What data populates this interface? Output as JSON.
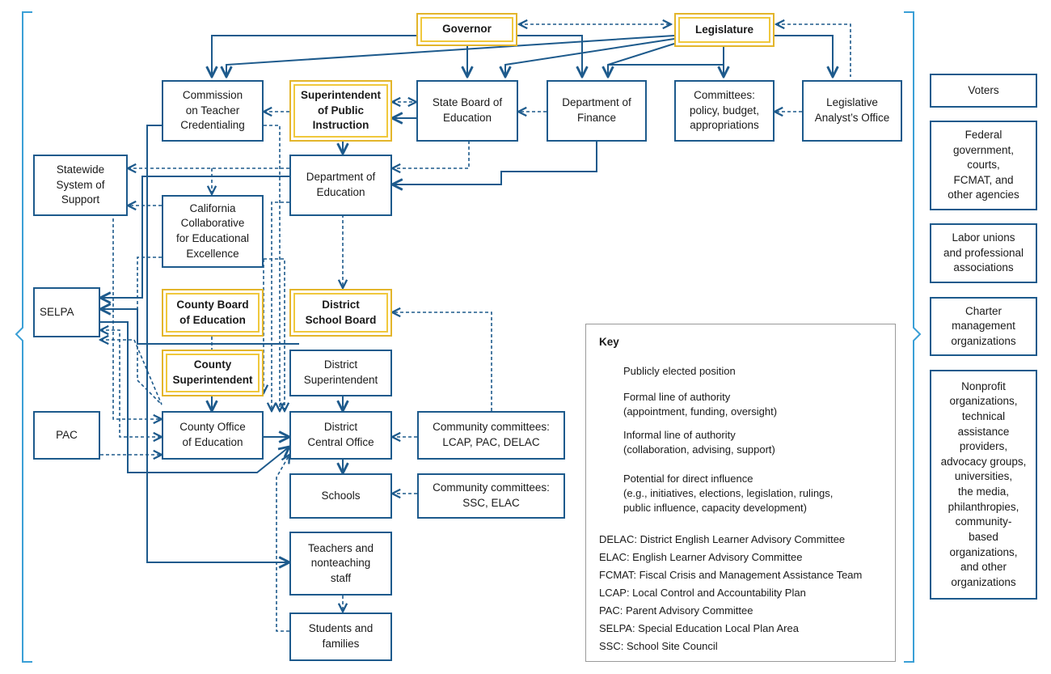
{
  "nodes": {
    "governor": "Governor",
    "legislature": "Legislature",
    "commission": "Commission\non Teacher\nCredentialing",
    "superintendent_public_instruction": "Superintendent\nof Public\nInstruction",
    "state_board": "State Board of\nEducation",
    "dept_finance": "Department of\nFinance",
    "committees": "Committees:\npolicy, budget,\nappropriations",
    "lao": "Legislative\nAnalyst’s Office",
    "statewide_support": "Statewide\nSystem of\nSupport",
    "dept_education": "Department of\nEducation",
    "ccee": "California\nCollaborative\nfor Educational\nExcellence",
    "selpa": "SELPA",
    "county_board": "County Board\nof Education",
    "district_board": "District\nSchool Board",
    "county_superintendent": "County\nSuperintendent",
    "district_superintendent": "District\nSuperintendent",
    "pac": "PAC",
    "county_office": "County Office\nof Education",
    "district_office": "District\nCentral Office",
    "community_lcap": "Community committees:\nLCAP, PAC, DELAC",
    "schools": "Schools",
    "community_ssc": "Community committees:\nSSC, ELAC",
    "teachers": "Teachers and\nnonteaching\nstaff",
    "students": "Students and\nfamilies"
  },
  "outside": {
    "voters": "Voters",
    "federal": "Federal\ngovernment,\ncourts,\nFCMAT, and\nother agencies",
    "labor": "Labor unions\nand professional\nassociations",
    "charter": "Charter\nmanagement\norganizations",
    "nonprofit": "Nonprofit\norganizations,\ntechnical\nassistance\nproviders,\nadvocacy groups,\nuniversities,\nthe media,\nphilanthropies,\ncommunity-\nbased\norganizations,\nand other\norganizations"
  },
  "key": {
    "title": "Key",
    "elected": "Publicly elected position",
    "formal": "Formal line of authority\n(appointment, funding, oversight)",
    "informal": "Informal line of authority\n(collaboration, advising, support)",
    "influence": "Potential for direct influence\n(e.g., initiatives, elections, legislation, rulings,\npublic influence, capacity development)",
    "abbreviations": [
      "DELAC: District English Learner Advisory Committee",
      "ELAC: English Learner Advisory Committee",
      "FCMAT: Fiscal Crisis and Management Assistance Team",
      "LCAP: Local Control and Accountability Plan",
      "PAC: Parent Advisory Committee",
      "SELPA: Special Education Local Plan Area",
      "SSC: School Site Council"
    ]
  },
  "colors": {
    "line": "#1d5a8c",
    "elected": "#f0c83c",
    "bracket": "#3a9fd6"
  }
}
